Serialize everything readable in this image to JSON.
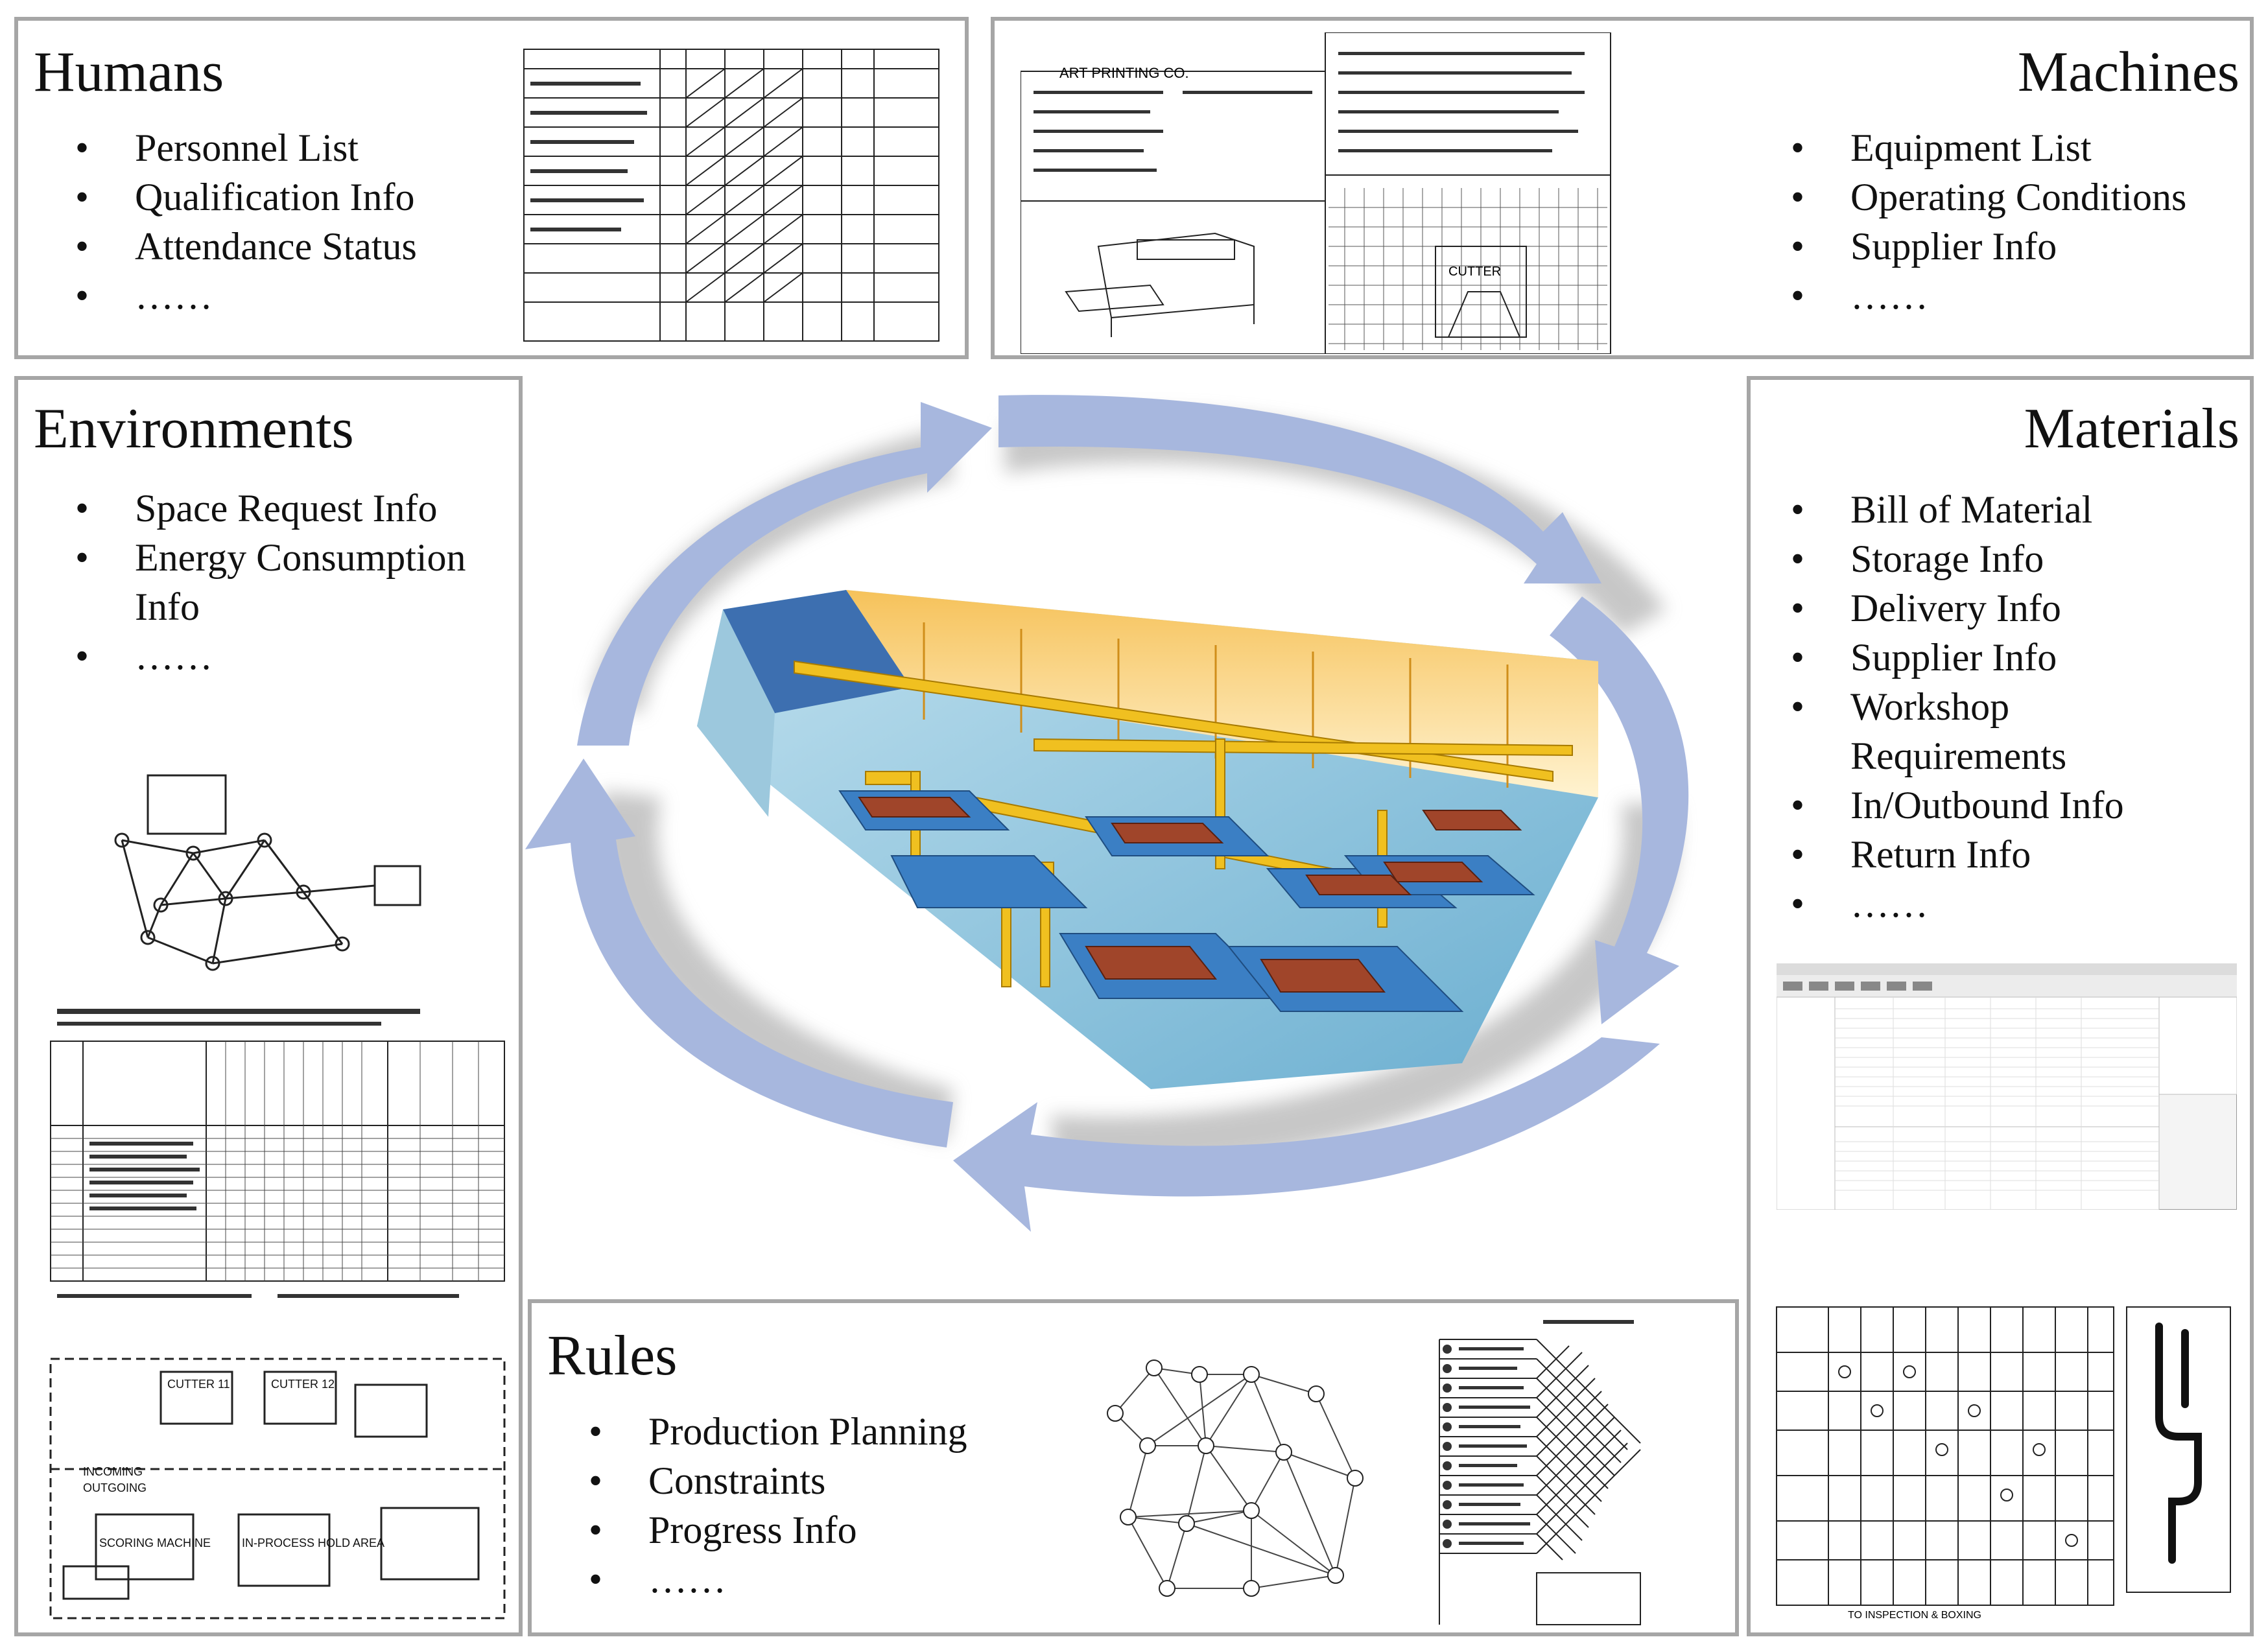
{
  "panels": {
    "humans": {
      "title": "Humans",
      "items": [
        "Personnel List",
        "Qualification Info",
        "Attendance Status",
        "……"
      ]
    },
    "machines": {
      "title": "Machines",
      "items": [
        "Equipment List",
        "Operating Conditions",
        "Supplier Info",
        "……"
      ]
    },
    "environments": {
      "title": "Environments",
      "items": [
        "Space Request Info",
        "Energy Consumption",
        "Info",
        "……"
      ]
    },
    "materials": {
      "title": "Materials",
      "items": [
        "Bill of Material",
        "Storage Info",
        "Delivery Info",
        "Supplier Info",
        "Workshop",
        "Requirements",
        "In/Outbound Info",
        "Return Info",
        "……"
      ]
    },
    "rules": {
      "title": "Rules",
      "items": [
        "Production Planning",
        "Constraints",
        "Progress Info",
        "……"
      ]
    }
  },
  "thumbnail_text": {
    "cutter": "CUTTER",
    "cutter_11": "CUTTER 11",
    "cutter_12": "CUTTER 12",
    "incoming": "INCOMING",
    "outgoing": "OUTGOING",
    "scoring": "SCORING MACHINE",
    "in_process": "IN-PROCESS HOLD AREA",
    "art_printing": "ART PRINTING CO.",
    "inspection": "TO INSPECTION & BOXING"
  },
  "colors": {
    "panel_border": "#a6a6a6",
    "cycle_arrow": "#a7b7de",
    "shadow": "#bdbdbd"
  }
}
